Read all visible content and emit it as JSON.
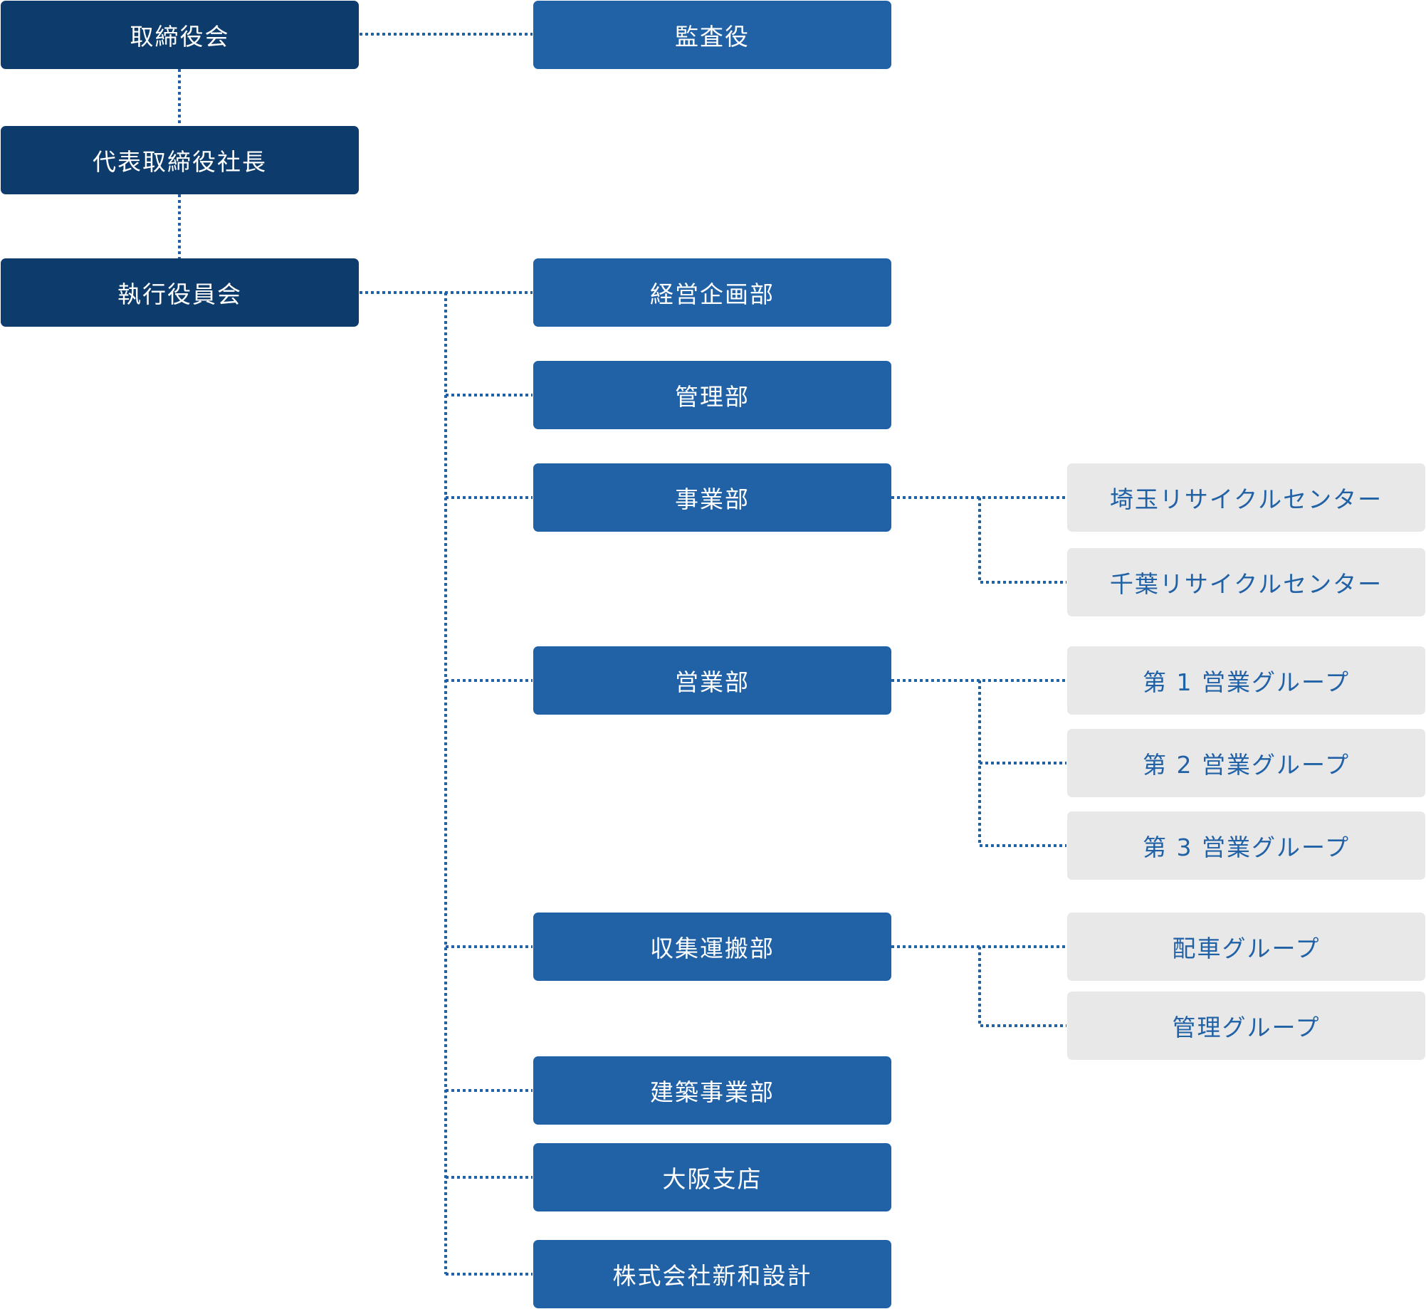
{
  "org": {
    "board": "取締役会",
    "auditor": "監査役",
    "president": "代表取締役社長",
    "executive_committee": "執行役員会",
    "departments": {
      "planning": "経営企画部",
      "admin": "管理部",
      "business": "事業部",
      "sales": "営業部",
      "collection": "収集運搬部",
      "construction": "建築事業部",
      "osaka": "大阪支店",
      "shinwa": "株式会社新和設計"
    },
    "units": {
      "saitama": "埼玉リサイクルセンター",
      "chiba": "千葉リサイクルセンター",
      "sales1": "第 1 営業グループ",
      "sales2": "第 2 営業グループ",
      "sales3": "第 3 営業グループ",
      "dispatch": "配車グループ",
      "management": "管理グループ"
    }
  },
  "colors": {
    "top_level": "#0d3c6c",
    "department": "#2161a6",
    "unit_background": "#e8e8e8",
    "unit_text": "#2161a6",
    "connector": "#2161a6"
  }
}
